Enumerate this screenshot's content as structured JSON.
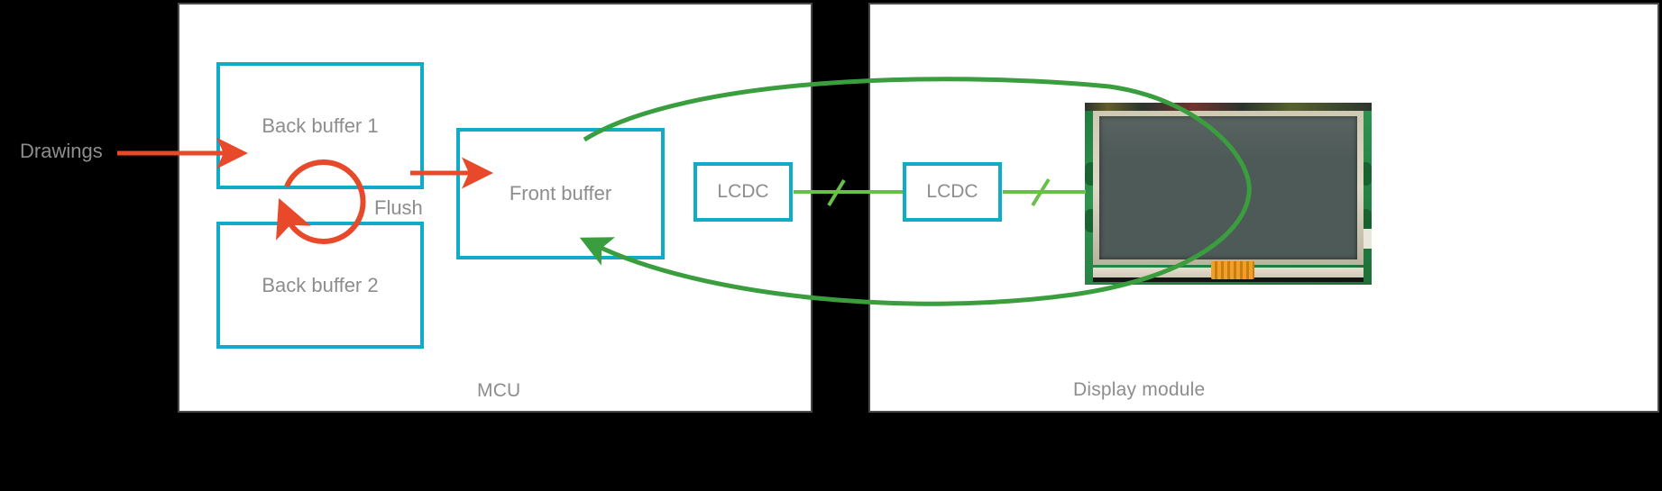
{
  "diagram": {
    "title": "Double buffering with front/back buffers between MCU and display module",
    "colors": {
      "box_border": "#0fabc9",
      "text_gray": "#8d8d8d",
      "red_arrow": "#e8492a",
      "green_arrow": "#3a9e3f",
      "green_link": "#6abf4b",
      "panel_border": "#4a4a4a",
      "background": "#000000",
      "panel_fill": "#ffffff"
    },
    "panels": [
      {
        "name": "mcu",
        "label": "MCU"
      },
      {
        "name": "display",
        "label": "Display module"
      }
    ],
    "boxes": [
      {
        "name": "back-buffer-1",
        "label": "Back buffer 1"
      },
      {
        "name": "back-buffer-2",
        "label": "Back buffer 2"
      },
      {
        "name": "front-buffer",
        "label": "Front buffer"
      },
      {
        "name": "lcdc-mcu",
        "label": "LCDC"
      },
      {
        "name": "lcdc-display",
        "label": "LCDC"
      }
    ],
    "labels": {
      "drawings": "Drawings",
      "flush": "Flush"
    },
    "connectors": [
      {
        "name": "drawings-arrow",
        "kind": "straight-arrow",
        "color": "#e8492a",
        "from": "Drawings",
        "to": "Back buffer 1"
      },
      {
        "name": "swap-loop-arrow",
        "kind": "circular-arrow",
        "color": "#e8492a",
        "from": "Back buffer 1",
        "to": "Back buffer 2"
      },
      {
        "name": "flush-arrow",
        "kind": "straight-arrow",
        "color": "#e8492a",
        "from": "Back buffer",
        "to": "Front buffer"
      },
      {
        "name": "lcdc-link-mcu",
        "kind": "bus-line",
        "color": "#6abf4b",
        "from": "LCDC",
        "to": "LCDC"
      },
      {
        "name": "lcdc-link-display",
        "kind": "bus-line",
        "color": "#6abf4b",
        "from": "LCDC",
        "to": "Display module"
      },
      {
        "name": "refresh-ellipse-arrow",
        "kind": "ellipse-arrow",
        "color": "#3a9e3f",
        "from": "Front buffer",
        "to": "Display module"
      }
    ],
    "display_module": {
      "name": "display-module-photo",
      "alt": "TFT LCD display module on green PCB with ribbon connector"
    }
  }
}
